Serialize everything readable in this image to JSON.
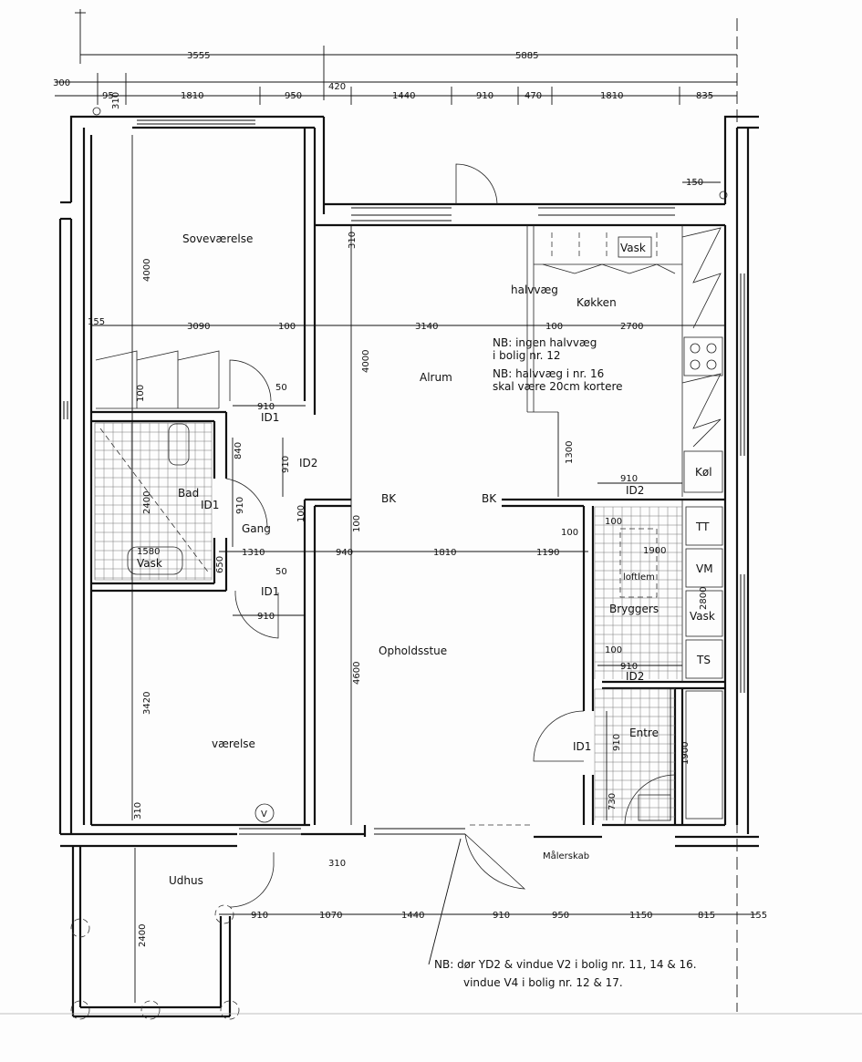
{
  "rooms": {
    "sovevaerelse": "Soveværelse",
    "halvvaeg": "halvvæg",
    "kokken": "Køkken",
    "alrum": "Alrum",
    "bad": "Bad",
    "gang": "Gang",
    "opholdsstue": "Opholdsstue",
    "vaerelse": "værelse",
    "bryggers": "Bryggers",
    "entre": "Entre",
    "udhus": "Udhus",
    "malerskab": "Målerskab"
  },
  "fixtures": {
    "vask_kitchen": "Vask",
    "vask_bath": "Vask",
    "vask_bryggers": "Vask",
    "kol": "Køl",
    "tt": "TT",
    "vm": "VM",
    "ts": "TS",
    "loftlem": "loftlem",
    "bk_left": "BK",
    "bk_right": "BK",
    "v_symbol": "V"
  },
  "doors": {
    "id1_top": "ID1",
    "id1_bad": "ID1",
    "id1_low": "ID1",
    "id1_entre": "ID1",
    "id2_gang": "ID2",
    "id2_bryggers_top": "ID2",
    "id2_bryggers_low": "ID2"
  },
  "notes": {
    "kitchen_note1_l1": "NB: ingen halvvæg",
    "kitchen_note1_l2": "i bolig nr. 12",
    "kitchen_note2_l1": "NB: halvvæg i nr. 16",
    "kitchen_note2_l2": "skal være 20cm kortere",
    "bottom_note_l1": "NB: dør YD2 & vindue V2 i bolig nr. 11, 14 & 16.",
    "bottom_note_l2": "vindue V4 i bolig nr. 12 & 17."
  },
  "dimensions": {
    "top_overall": [
      "3555",
      "5885"
    ],
    "top_detail": [
      "300",
      "95",
      "1810",
      "950",
      "420",
      "1440",
      "910",
      "470",
      "1810",
      "835"
    ],
    "d310_top_left": "310",
    "d150": "150",
    "d310_alrum": "310",
    "horizontal_mid": [
      "155",
      "3090",
      "100",
      "3140",
      "100",
      "2700"
    ],
    "d4000_left": "4000",
    "d4000_mid": "4000",
    "d100_left": "100",
    "d910_top": "910",
    "d50_top": "50",
    "d840": "840",
    "d910_v": "910",
    "d910_v2": "910",
    "d100_gang": "100",
    "d2400_bad": "2400",
    "d1580": "1580",
    "d650": "650",
    "d100_mid": "100",
    "gang_row": [
      "1310",
      "940",
      "1810",
      "1190"
    ],
    "d50_low": "50",
    "d910_low": "910",
    "d1300": "1300",
    "d910_bry": "910",
    "d100_bry": "100",
    "d100_bry2": "100",
    "d1900_bry": "1900",
    "d2800": "2800",
    "d100_bry3": "100",
    "d910_bry2": "910",
    "d4600": "4600",
    "d3420": "3420",
    "d310_bottom_left": "310",
    "d310_bottom_mid": "310",
    "d910_entre": "910",
    "d730": "730",
    "d1900_entre": "1900",
    "d2400_udhus": "2400",
    "bottom_row": [
      "910",
      "1070",
      "1440",
      "910",
      "950",
      "1150",
      "815",
      "155"
    ]
  }
}
